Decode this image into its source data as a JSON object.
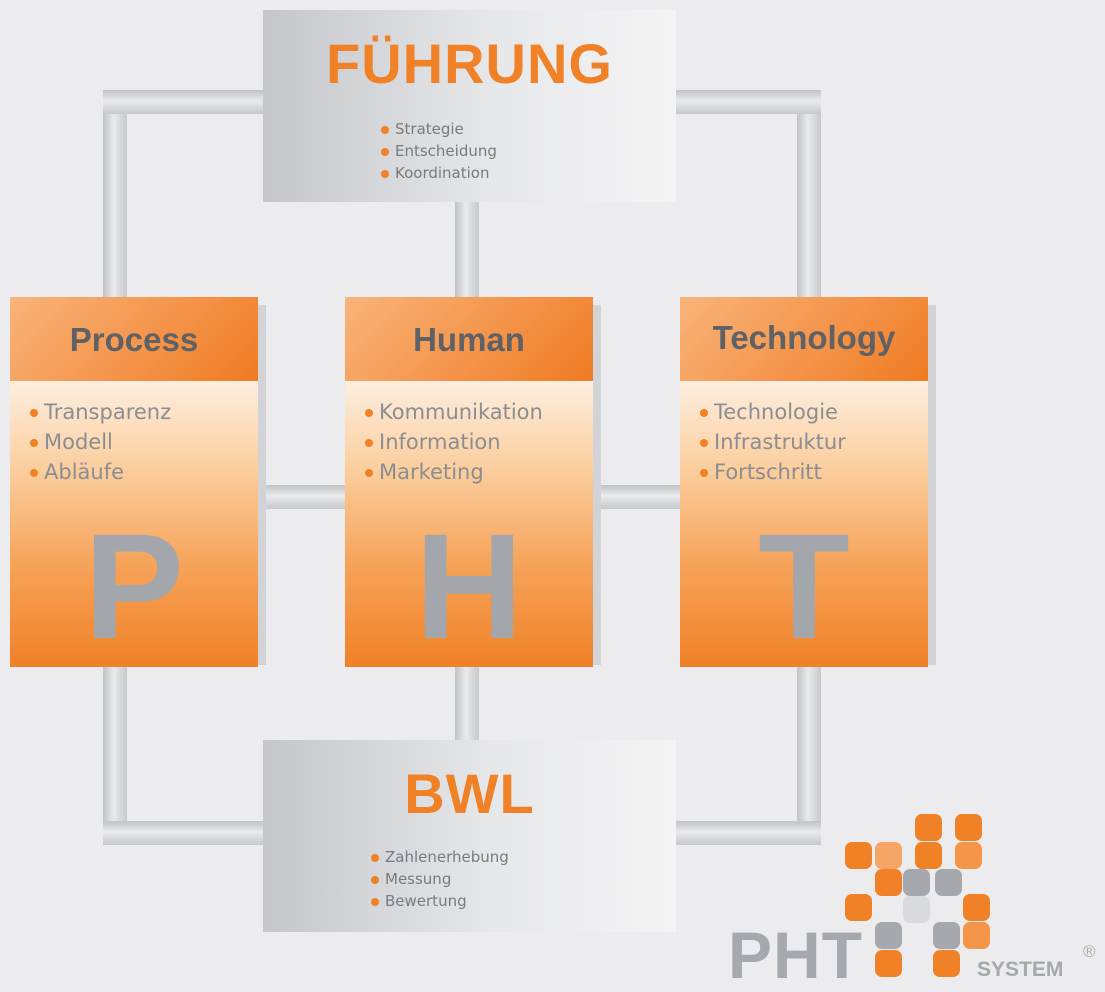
{
  "top_box": {
    "title": "FÜHRUNG",
    "bullets": [
      "Strategie",
      "Entscheidung",
      "Koordination"
    ]
  },
  "bottom_box": {
    "title": "BWL",
    "bullets": [
      "Zahlenerhebung",
      "Messung",
      "Bewertung"
    ]
  },
  "columns": [
    {
      "title": "Process",
      "bullets": [
        "Transparenz",
        "Modell",
        "Abläufe"
      ],
      "letter": "P"
    },
    {
      "title": "Human",
      "bullets": [
        "Kommunikation",
        "Information",
        "Marketing"
      ],
      "letter": "H"
    },
    {
      "title": "Technology",
      "bullets": [
        "Technologie",
        "Infrastruktur",
        "Fortschritt"
      ],
      "letter": "T"
    }
  ],
  "logo": {
    "brand": "PHT",
    "sub": "SYSTEM",
    "mark": "®"
  },
  "colors": {
    "accent": "#f08127",
    "grey_text": "#5e6166",
    "letter": "#a3a6ab",
    "background": "#ececee"
  }
}
